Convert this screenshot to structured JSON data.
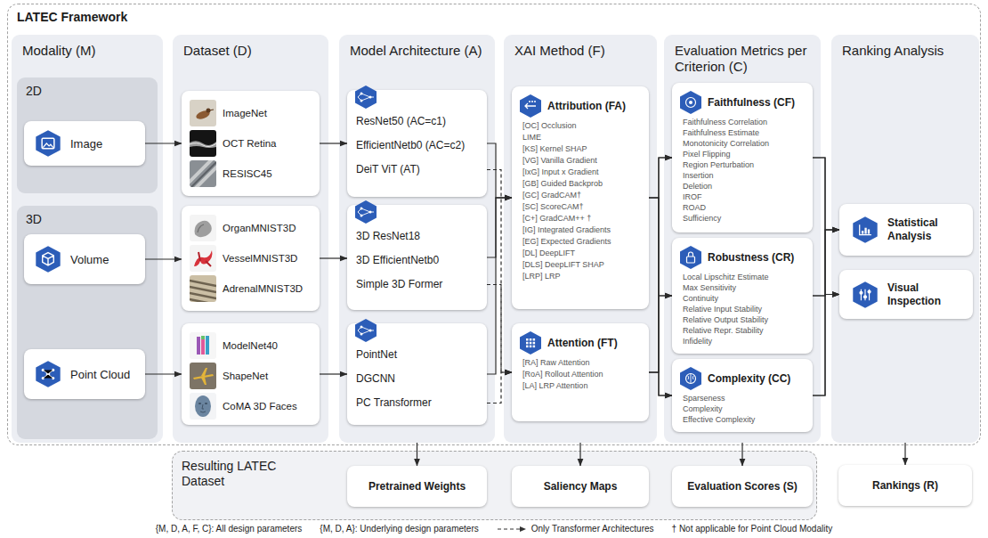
{
  "diagram": {
    "nodes": [
      {
        "text": [
          "LATEC Framework"
        ]
      },
      {
        "text": [
          "Modality (M)"
        ],
        "in": 0
      },
      {
        "text": [
          "2D"
        ],
        "in": 1
      },
      {
        "text": [
          "Image"
        ],
        "in": 2
      },
      {
        "text": [
          "3D"
        ],
        "in": 1
      },
      {
        "text": [
          "Volume"
        ],
        "in": 4
      },
      {
        "text": [
          "Point Cloud"
        ],
        "in": 4
      },
      {
        "text": [
          "Dataset (D)"
        ],
        "in": 0
      },
      {
        "text": [
          "ImageNet",
          "OCT Retina",
          "RESISC45"
        ],
        "in": 7
      },
      {
        "text": [
          "OrganMNIST3D",
          "VesselMNIST3D",
          "AdrenalMNIST3D"
        ],
        "in": 7
      },
      {
        "text": [
          "ModelNet40",
          "ShapeNet",
          "CoMA 3D Faces"
        ],
        "in": 7
      },
      {
        "text": [
          "Model Architecture (A)"
        ],
        "in": 0
      },
      {
        "text": [
          "ResNet50 (AC=c1)",
          "EfficientNetb0 (AC=c2)",
          "DeiT ViT (AT)"
        ],
        "in": 11
      },
      {
        "text": [
          "3D ResNet18",
          "3D EfficientNetb0",
          "Simple 3D Former"
        ],
        "in": 11
      },
      {
        "text": [
          "PointNet",
          "DGCNN",
          "PC Transformer"
        ],
        "in": 11
      },
      {
        "text": [
          "XAI Method (F)"
        ],
        "in": 0
      },
      {
        "text": [
          "Attribution (FA)",
          "[OC] Occlusion",
          "LIME",
          "[KS] Kernel SHAP",
          "[VG] Vanilla Gradient",
          "[IxG] Input x Gradient",
          "[GB] Guided Backprob",
          "[GC] GradCAM†",
          "[SC] ScoreCAM†",
          "[C+] GradCAM++ †",
          "[IG] Integrated Gradients",
          "[EG] Expected Gradients",
          "[DL] DeepLIFT",
          "[DLS] DeepLIFT SHAP",
          "[LRP] LRP"
        ],
        "in": 15
      },
      {
        "text": [
          "Attention (FT)",
          "[RA] Raw Attention",
          "[RoA] Rollout Attention",
          "[LA] LRP Attention"
        ],
        "in": 15
      },
      {
        "text": [
          "Evaluation Metrics per Criterion (C)"
        ],
        "in": 0
      },
      {
        "text": [
          "Faithfulness (CF)",
          "Faithfulness Correlation",
          "Faithfulness Estimate",
          "Monotonicity Correlation",
          "Pixel Flipping",
          "Region Perturbation",
          "Insertion",
          "Deletion",
          "IROF",
          "ROAD",
          "Sufficiency"
        ],
        "in": 18
      },
      {
        "text": [
          "Robustness (CR)",
          "Local Lipschitz Estimate",
          "Max Sensitivity",
          "Continuity",
          "Relative Input Stability",
          "Relative Output Stability",
          "Relative Repr. Stability",
          "Infidelity"
        ],
        "in": 18
      },
      {
        "text": [
          "Complexity (CC)",
          "Sparseness",
          "Complexity",
          "Effective Complexity"
        ],
        "in": 18
      },
      {
        "text": [
          "Ranking Analysis"
        ],
        "in": 0
      },
      {
        "text": [
          "Statistical Analysis"
        ],
        "in": 22
      },
      {
        "text": [
          "Visual Inspection"
        ],
        "in": 22
      },
      {
        "text": [
          "Resulting LATEC Dataset"
        ]
      },
      {
        "text": [
          "Pretrained Weights"
        ],
        "in": 25
      },
      {
        "text": [
          "Saliency Maps"
        ],
        "in": 25
      },
      {
        "text": [
          "Evaluation Scores (S)"
        ],
        "in": 25
      },
      {
        "text": [
          "Rankings (R)"
        ]
      }
    ],
    "edges": [
      {
        "from": 3,
        "to": 8,
        "arrow": "to"
      },
      {
        "from": 5,
        "to": 9,
        "arrow": "to"
      },
      {
        "from": 6,
        "to": 10,
        "arrow": "to"
      },
      {
        "from": 8,
        "to": 12,
        "arrow": "to"
      },
      {
        "from": 9,
        "to": 13,
        "arrow": "to"
      },
      {
        "from": 10,
        "to": 14,
        "arrow": "to"
      },
      {
        "from": 12,
        "to": 16,
        "arrow": "to"
      },
      {
        "from": 13,
        "to": 16,
        "arrow": "to"
      },
      {
        "from": 14,
        "to": 16,
        "arrow": "to"
      },
      {
        "from": 12,
        "to": 17,
        "arrow": "to"
      },
      {
        "from": 13,
        "to": 17,
        "arrow": "to"
      },
      {
        "from": 14,
        "to": 17,
        "arrow": "to"
      },
      {
        "from": 16,
        "to": 19,
        "arrow": "to"
      },
      {
        "from": 16,
        "to": 20,
        "arrow": "to"
      },
      {
        "from": 16,
        "to": 21,
        "arrow": "to"
      },
      {
        "from": 17,
        "to": 19,
        "arrow": "to"
      },
      {
        "from": 17,
        "to": 20,
        "arrow": "to"
      },
      {
        "from": 17,
        "to": 21,
        "arrow": "to"
      },
      {
        "from": 19,
        "to": 23,
        "arrow": "to"
      },
      {
        "from": 19,
        "to": 24,
        "arrow": "to"
      },
      {
        "from": 20,
        "to": 23,
        "arrow": "to"
      },
      {
        "from": 20,
        "to": 24,
        "arrow": "to"
      },
      {
        "from": 21,
        "to": 23,
        "arrow": "to"
      },
      {
        "from": 21,
        "to": 24,
        "arrow": "to"
      },
      {
        "from": 11,
        "to": 26,
        "arrow": "to"
      },
      {
        "from": 15,
        "to": 27,
        "arrow": "to"
      },
      {
        "from": 18,
        "to": 28,
        "arrow": "to"
      },
      {
        "from": 22,
        "to": 29,
        "arrow": "to"
      }
    ],
    "labels": [
      "{M, D, A, F, C}: All design parameters",
      "{M, D, A}: Underlying design parameters",
      "† Not applicable for Point Cloud Modality"
    ],
    "legend": [
      {
        "text": "Only Transformer Architectures"
      }
    ]
  }
}
